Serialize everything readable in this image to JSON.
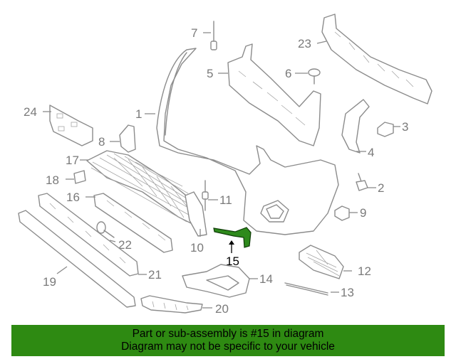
{
  "callouts": {
    "c1": "1",
    "c2": "2",
    "c3": "3",
    "c4": "4",
    "c5": "5",
    "c6": "6",
    "c7": "7",
    "c8": "8",
    "c9": "9",
    "c10": "10",
    "c11": "11",
    "c12": "12",
    "c13": "13",
    "c14": "14",
    "c15": "15",
    "c16": "16",
    "c17": "17",
    "c18": "18",
    "c19": "19",
    "c20": "20",
    "c21": "21",
    "c22": "22",
    "c23": "23",
    "c24": "24"
  },
  "highlight": {
    "part": "15",
    "color": "#2e8a1c"
  },
  "banner": {
    "line1": "Part or sub-assembly is #15 in diagram",
    "line2": "Diagram may not be specific to your vehicle",
    "background": "#2e8a12"
  }
}
